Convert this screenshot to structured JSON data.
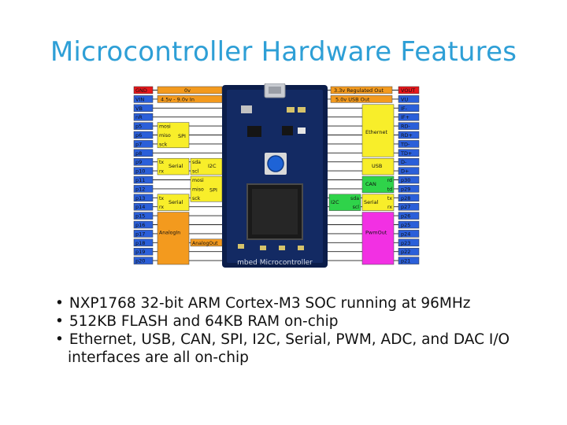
{
  "slide": {
    "title": "Microcontroller Hardware Features",
    "bullets": [
      {
        "line1": "NXP1768 32-bit ARM Cortex-M3 SOC running at 96MHz",
        "line2": ""
      },
      {
        "line1": "512KB FLASH and 64KB RAM on-chip",
        "line2": ""
      },
      {
        "line1": "Ethernet, USB, CAN, SPI, I2C, Serial, PWM, ADC, and DAC I/O",
        "line2": "interfaces are all on-chip"
      }
    ],
    "bullet_symbol": "•"
  },
  "pinout": {
    "left_pins": [
      "GND",
      "VIN",
      "VB",
      "nR",
      "p5",
      "p6",
      "p7",
      "p8",
      "p9",
      "p10",
      "p11",
      "p12",
      "p13",
      "p14",
      "p15",
      "p16",
      "p17",
      "p18",
      "p19",
      "p20"
    ],
    "right_pins": [
      "VOUT",
      "VU",
      "IF-",
      "IF+",
      "RD-",
      "RD+",
      "TD-",
      "TD+",
      "D-",
      "D+",
      "p30",
      "p29",
      "p28",
      "p27",
      "p26",
      "p25",
      "p24",
      "p23",
      "p22",
      "p21"
    ],
    "left_labels": {
      "gnd": "0v",
      "vin": "4.5v - 9.0v In",
      "spi1_pins": [
        "mosi",
        "miso",
        "sck"
      ],
      "spi1_name": "SPI",
      "serial1_pins": [
        "tx",
        "rx"
      ],
      "serial1_name": "Serial",
      "i2c1_pins": [
        "sda",
        "scl"
      ],
      "i2c1_name": "I2C",
      "spi2_pins": [
        "mosi",
        "miso",
        "sck"
      ],
      "spi2_name": "SPI",
      "serial2_pins": [
        "tx",
        "rx"
      ],
      "serial2_name": "Serial",
      "analogin": "AnalogIn",
      "analogout": "AnalogOut"
    },
    "right_labels": {
      "vout": "3.3v Regulated Out",
      "vu": "5.0v USB Out",
      "ethernet": "Ethernet",
      "usb": "USB",
      "can_name": "CAN",
      "can_pins": [
        "rd",
        "td"
      ],
      "i2c_name": "I2C",
      "i2c_pins": [
        "sda",
        "scl"
      ],
      "serial_name": "Serial",
      "serial_pins": [
        "tx",
        "rx"
      ],
      "pwmout": "PwmOut"
    },
    "board_text": "mbed Microcontroller",
    "colors": {
      "pin_blue": "#2b5fd9",
      "gnd_red": "#e8171b",
      "power_orange": "#f39a1e",
      "spi_yellow": "#f8ee2a",
      "i2c_yellow": "#f8ee2a",
      "serial_yellow": "#f8ee2a",
      "analog_orange": "#f39a1e",
      "ethernet_yellow": "#f8ee2a",
      "can_green": "#2fd34a",
      "pwm_magenta": "#f230e3",
      "board": "#0b1d4a",
      "button": "#1e63d6"
    }
  }
}
